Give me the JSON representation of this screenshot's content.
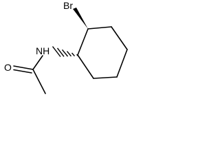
{
  "molecule": {
    "atoms": {
      "br": "Br",
      "nh": "NH",
      "o": "O"
    }
  }
}
